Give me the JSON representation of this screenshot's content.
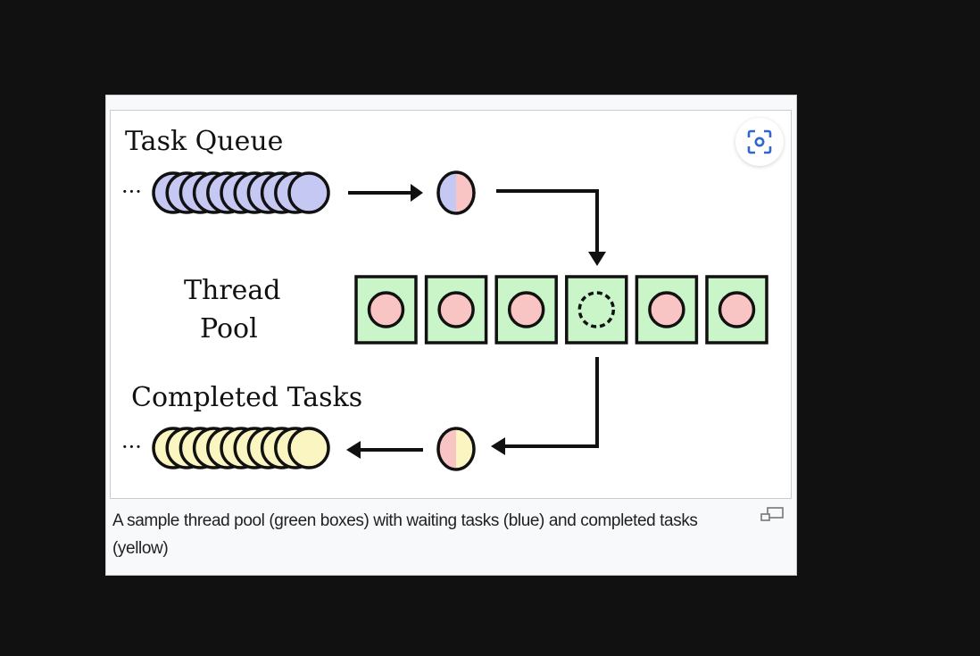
{
  "diagram": {
    "task_queue_label": "Task Queue",
    "thread_pool_label_line1": "Thread",
    "thread_pool_label_line2": "Pool",
    "completed_tasks_label": "Completed Tasks",
    "ellipsis": "···",
    "queue_item_count": 11,
    "thread_count": 6,
    "idle_thread_index": 3,
    "colors": {
      "waiting_task": "#c6c8f4",
      "completed_task": "#fbf5c2",
      "running_task": "#f9c4c4",
      "thread_box": "#c9f5c9",
      "stroke": "#111111"
    }
  },
  "caption": {
    "text": "A sample thread pool (green boxes) with waiting tasks (blue) and completed tasks (yellow)"
  },
  "icons": {
    "lens": "visual-search-icon",
    "enlarge": "enlarge-icon"
  }
}
